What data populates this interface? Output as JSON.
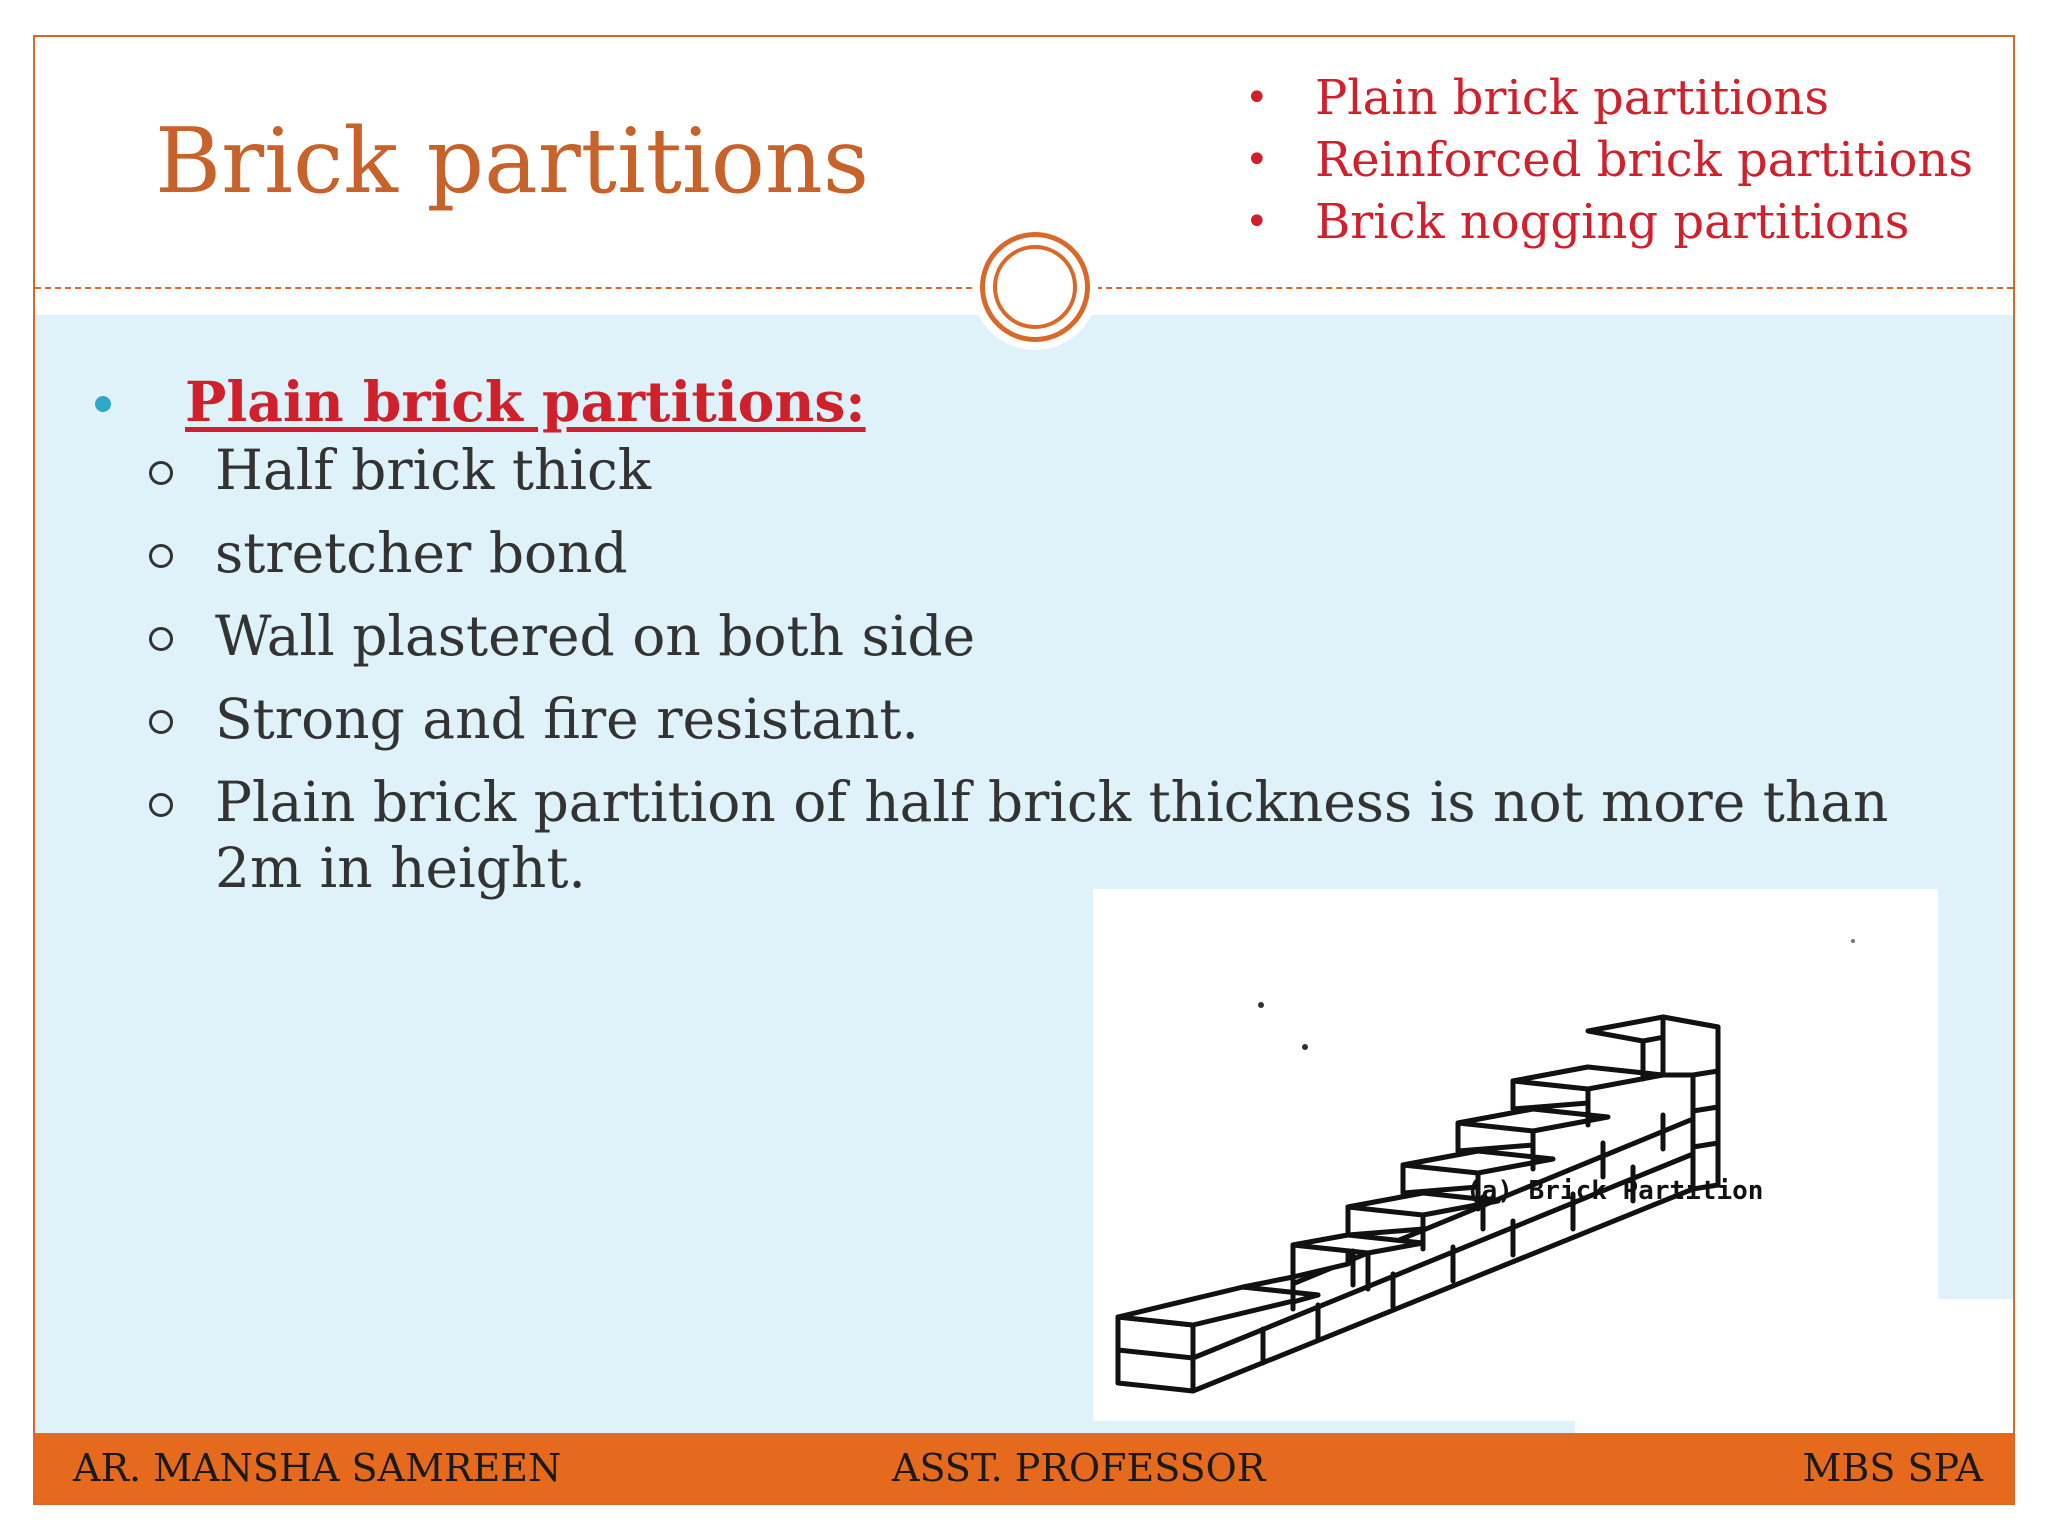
{
  "slide": {
    "title": "Brick partitions",
    "topics": [
      {
        "bullet": "•",
        "text": "Plain brick partitions"
      },
      {
        "bullet": "•",
        "text": "Reinforced brick partitions"
      },
      {
        "bullet": "•",
        "text": "Brick nogging partitions"
      }
    ],
    "section": {
      "heading": "Plain brick partitions:",
      "points": [
        "Half brick thick",
        "stretcher bond",
        "Wall plastered on both side",
        "Strong and fire resistant.",
        "Plain brick partition of half brick thickness is not more than 2m in height."
      ]
    },
    "diagram": {
      "caption": "(a) Brick Partition",
      "icon": "brick-partition-diagram"
    }
  },
  "footer": {
    "left": "AR. MANSHA SAMREEN",
    "center": "ASST. PROFESSOR",
    "right": "MBS SPA"
  },
  "colors": {
    "accent": "#d9692a",
    "title": "#c8622b",
    "red_text": "#d0202c",
    "content_bg": "#dff2f9",
    "footer_bg": "#e56a1d",
    "bullet_dot": "#2fa7c8"
  }
}
